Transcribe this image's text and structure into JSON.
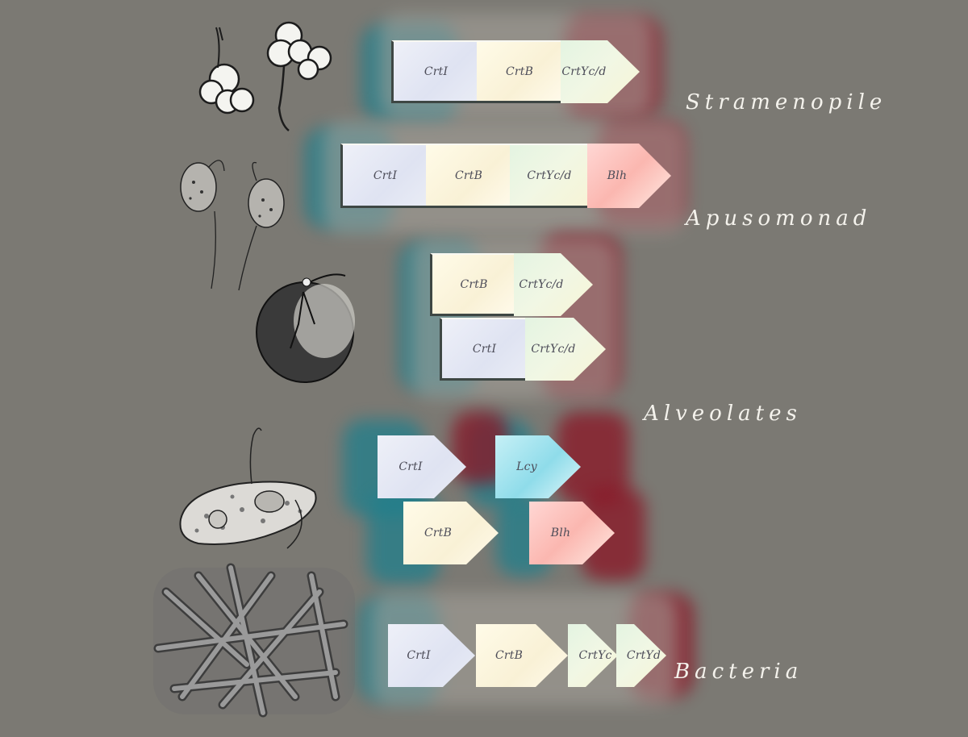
{
  "colors": {
    "background": "#7b7973",
    "crtI": "#e6e9f4",
    "crtB": "#fcf5dc",
    "crtY": "#eaf5e0",
    "blh": "#fcc2bc",
    "lcy": "#a7e4ef",
    "glow_teal": "#1f7f8c",
    "glow_red": "#8a1424"
  },
  "groups": [
    {
      "taxon": "Stramenopile",
      "organism_icon": "diatom-colony-icon",
      "genes": [
        {
          "label": "CrtI",
          "type": "crtI"
        },
        {
          "label": "CrtB",
          "type": "crtB"
        },
        {
          "label": "CrtYc/d",
          "type": "crtY"
        }
      ]
    },
    {
      "taxon": "Apusomonad",
      "organism_icon": "flagellate-cells-icon",
      "genes": [
        {
          "label": "CrtI",
          "type": "crtI"
        },
        {
          "label": "CrtB",
          "type": "crtB"
        },
        {
          "label": "CrtYc/d",
          "type": "crtY"
        },
        {
          "label": "Blh",
          "type": "blh"
        }
      ]
    },
    {
      "taxon": "Alveolates",
      "organism_icon": "dinoflagellate-icon",
      "genes_row1": [
        {
          "label": "CrtB",
          "type": "crtB"
        },
        {
          "label": "CrtYc/d",
          "type": "crtY"
        }
      ],
      "genes_row2": [
        {
          "label": "CrtI",
          "type": "crtI"
        },
        {
          "label": "CrtYc/d",
          "type": "crtY"
        }
      ],
      "organism2_icon": "ciliate-icon",
      "genes_row3": [
        {
          "label": "CrtI",
          "type": "crtI"
        },
        {
          "label": "Lcy",
          "type": "lcy"
        }
      ],
      "genes_row4": [
        {
          "label": "CrtB",
          "type": "crtB"
        },
        {
          "label": "Blh",
          "type": "blh"
        }
      ]
    },
    {
      "taxon": "Bacteria",
      "organism_icon": "bacterial-filaments-icon",
      "genes": [
        {
          "label": "CrtI",
          "type": "crtI"
        },
        {
          "label": "CrtB",
          "type": "crtB"
        },
        {
          "label": "CrtYc",
          "type": "crtY"
        },
        {
          "label": "CrtYd",
          "type": "crtY"
        }
      ]
    }
  ]
}
